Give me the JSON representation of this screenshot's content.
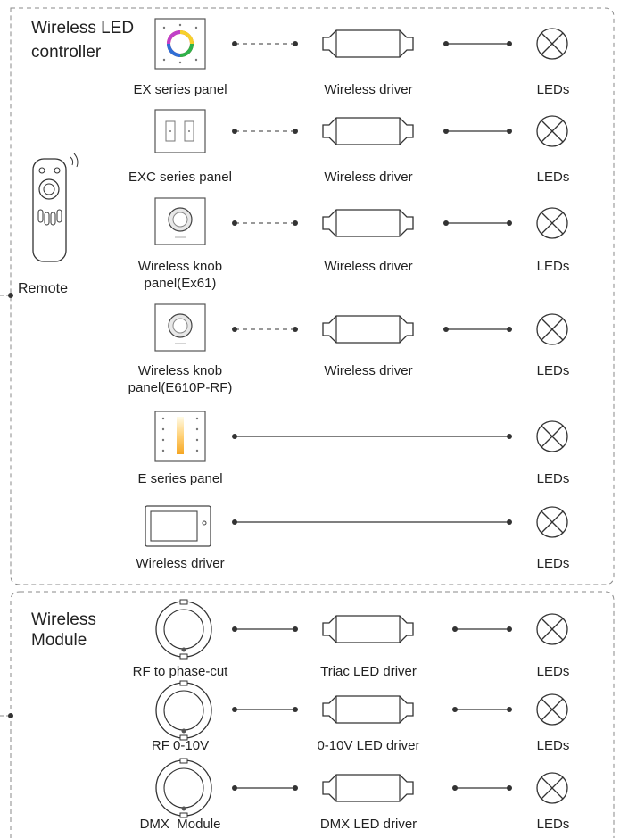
{
  "controller_section": {
    "title_line1": "Wireless LED",
    "title_line2": "controller",
    "remote_label": "Remote",
    "rows": [
      {
        "device": "EX series panel",
        "driver": "Wireless driver",
        "leds": "LEDs",
        "link": "wireless"
      },
      {
        "device": "EXC series panel",
        "driver": "Wireless driver",
        "leds": "LEDs",
        "link": "wireless"
      },
      {
        "device_line1": "Wireless knob",
        "device_line2": "panel(Ex61)",
        "driver": "Wireless driver",
        "leds": "LEDs",
        "link": "wireless"
      },
      {
        "device_line1": "Wireless knob",
        "device_line2": "panel(E610P-RF)",
        "driver": "Wireless driver",
        "leds": "LEDs",
        "link": "wireless"
      },
      {
        "device": "E series panel",
        "leds": "LEDs",
        "link": "wired"
      },
      {
        "device": "Wireless driver",
        "leds": "LEDs",
        "link": "wired"
      }
    ]
  },
  "module_section": {
    "title_line1": "Wireless",
    "title_line2": "Module",
    "rows": [
      {
        "device": "RF to phase-cut",
        "driver": "Triac LED driver",
        "leds": "LEDs",
        "link": "wired"
      },
      {
        "device": "RF 0-10V",
        "driver": "0-10V LED driver",
        "leds": "LEDs",
        "link": "wired"
      },
      {
        "device": "DMX  Module",
        "driver": "DMX LED driver",
        "leds": "LEDs",
        "link": "wired"
      }
    ]
  },
  "colors": {
    "line": "#333333",
    "border": "#8a8a8a"
  }
}
